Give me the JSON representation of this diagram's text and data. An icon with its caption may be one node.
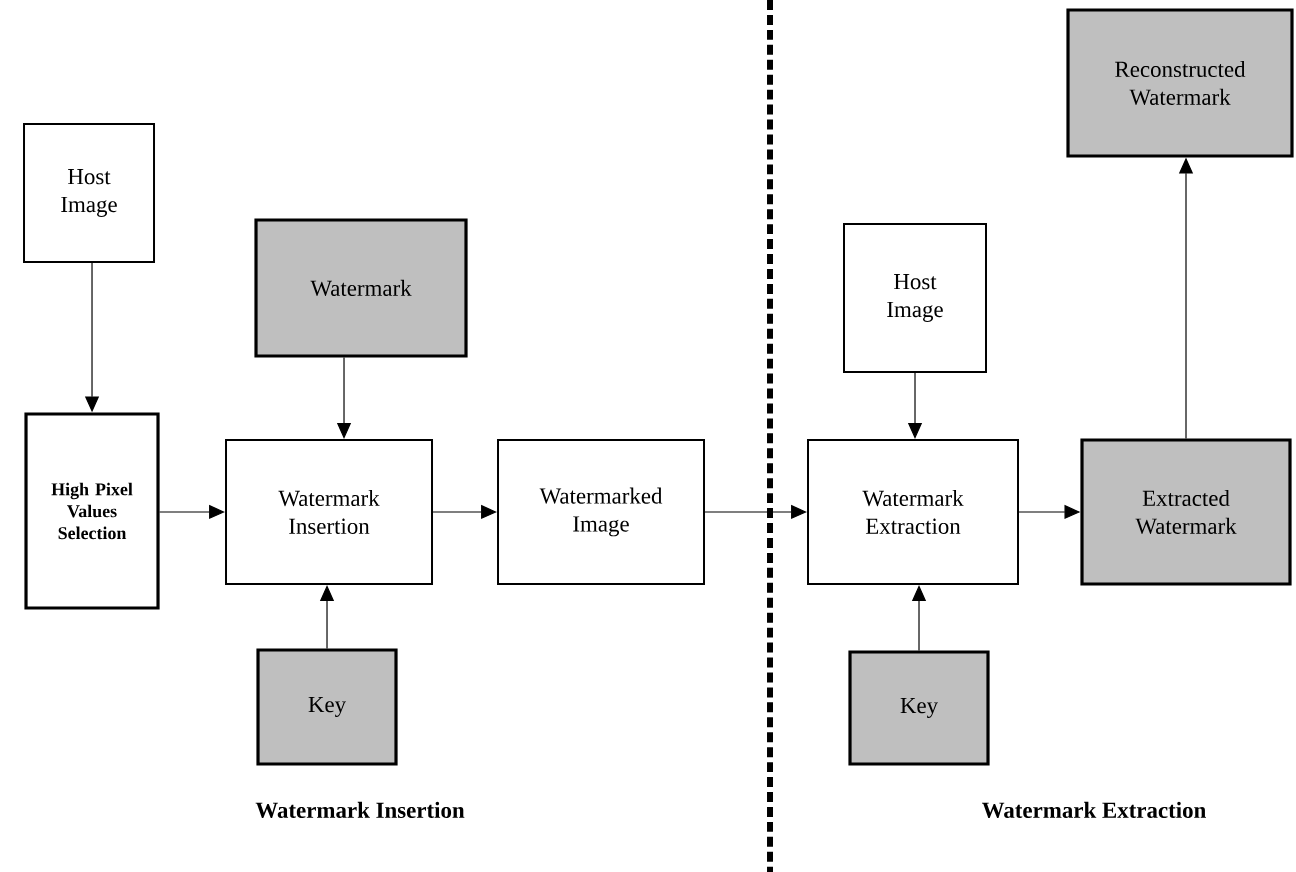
{
  "diagram": {
    "nodes": [
      {
        "text": [
          "Host Image"
        ]
      },
      {
        "text": [
          "Watermark"
        ]
      },
      {
        "text": [
          "High Pixel Values Selection"
        ]
      },
      {
        "text": [
          "Watermark Insertion"
        ]
      },
      {
        "text": [
          "Key"
        ]
      },
      {
        "text": [
          "Watermarked Image"
        ]
      },
      {
        "text": [
          "Host Image"
        ]
      },
      {
        "text": [
          "Watermark Extraction"
        ]
      },
      {
        "text": [
          "Key"
        ]
      },
      {
        "text": [
          "Extracted Watermark"
        ]
      },
      {
        "text": [
          "Reconstructed Watermark"
        ]
      }
    ],
    "edges": [
      {
        "from": 0,
        "to": 2,
        "arrow": "to"
      },
      {
        "from": 1,
        "to": 3,
        "arrow": "to"
      },
      {
        "from": 2,
        "to": 3,
        "arrow": "to"
      },
      {
        "from": 4,
        "to": 3,
        "arrow": "to"
      },
      {
        "from": 3,
        "to": 5,
        "arrow": "to"
      },
      {
        "from": 5,
        "to": 7,
        "arrow": "to"
      },
      {
        "from": 6,
        "to": 7,
        "arrow": "to"
      },
      {
        "from": 8,
        "to": 7,
        "arrow": "to"
      },
      {
        "from": 7,
        "to": 9,
        "arrow": "to"
      },
      {
        "from": 9,
        "to": 10,
        "arrow": "to"
      }
    ],
    "labels": [
      "Watermark Insertion",
      "Watermark Extraction"
    ]
  }
}
